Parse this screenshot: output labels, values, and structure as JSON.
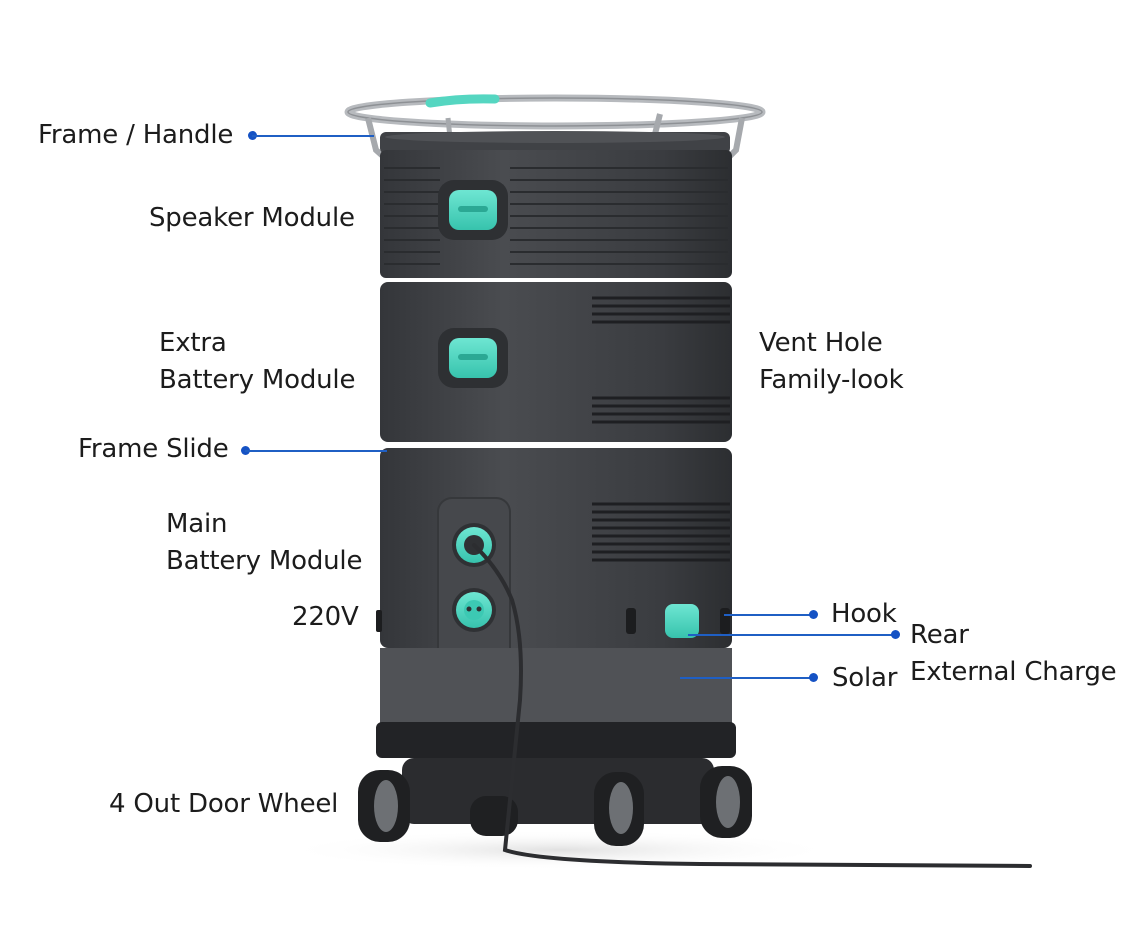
{
  "labels": {
    "frame_handle": "Frame / Handle",
    "speaker_module": "Speaker Module",
    "extra_battery": [
      "Extra",
      "Battery Module"
    ],
    "vent_hole": [
      "Vent Hole",
      "Family-look"
    ],
    "frame_slide": "Frame Slide",
    "main_battery": [
      "Main",
      "Battery Module"
    ],
    "voltage": "220V",
    "hook": "Hook",
    "rear_external_charge": [
      "Rear",
      "External Charge"
    ],
    "solar": "Solar",
    "wheel": "4 Out Door Wheel"
  },
  "colors": {
    "leader": "#1f5fc4",
    "body": "#3d3f42",
    "body_dark": "#2b2c2f",
    "accent": "#4fd9c2",
    "frame": "#a9acb0"
  }
}
